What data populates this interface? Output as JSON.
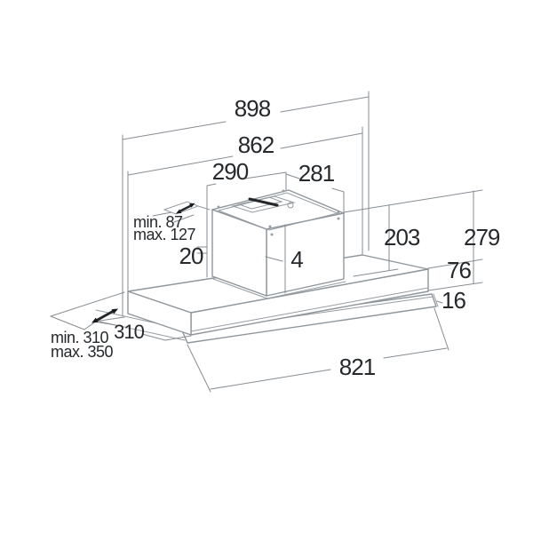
{
  "drawing": {
    "subject": "cooker-hood-dimension-drawing",
    "labels": {
      "overall_width": "898",
      "body_width": "862",
      "chimney_width": "290",
      "chimney_depth": "281",
      "duct_offset_min": "min. 87",
      "duct_offset_max": "max. 127",
      "back_offset": "20",
      "front_gap": "4",
      "chimney_height": "203",
      "total_height": "279",
      "body_height": "76",
      "visor_thickness": "16",
      "depth_min": "min. 310",
      "depth_max": "max. 350",
      "body_depth": "310",
      "visor_width": "821"
    },
    "colors": {
      "background": "#ffffff",
      "line": "#8f969b",
      "dimension_line": "#878d92",
      "text": "#26292c",
      "arrow": "#17191b"
    }
  }
}
